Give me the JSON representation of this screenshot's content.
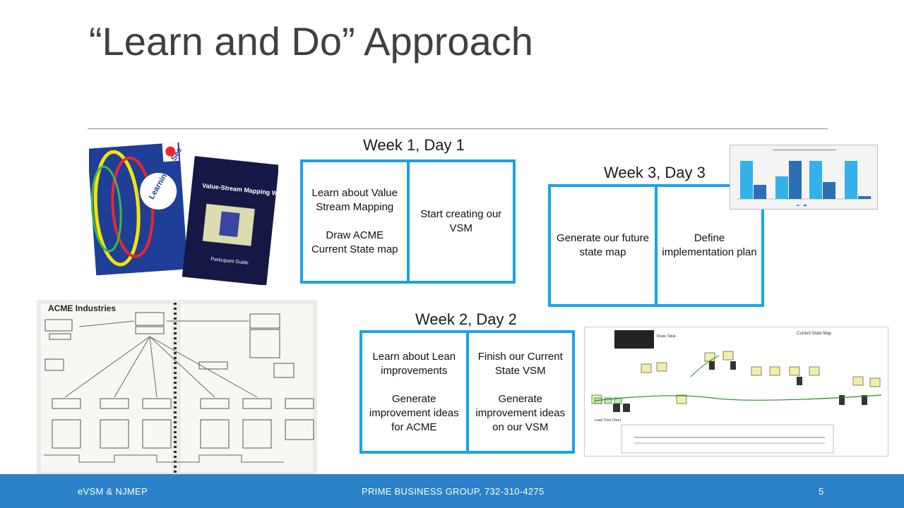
{
  "slide": {
    "title": "“Learn and Do” Approach"
  },
  "week1": {
    "label": "Week 1, Day 1",
    "left": "Learn about Value\nStream Mapping\n\nDraw ACME\nCurrent State map",
    "right": "Start creating our\nVSM"
  },
  "week2": {
    "label": "Week 2, Day 2",
    "left": "Learn about Lean\nimprovements\n\nGenerate\nimprovement ideas\nfor ACME",
    "right": "Finish our Current\nState VSM\n\nGenerate\nimprovement ideas\non our VSM"
  },
  "week3": {
    "label": "Week 3, Day 3",
    "left": "Generate our future\nstate map",
    "right": "Define\nimplementation plan"
  },
  "books": {
    "book1_title": "Learning to See",
    "book2_title": "Value-Stream Mapping Workshop",
    "book2_subtitle": "Participant Guide"
  },
  "acme_map": {
    "title": "ACME Industries"
  },
  "vsm_screenshot": {
    "title": "Current State Map",
    "route_table": "Route Table",
    "lead_time": "Lead Time Chart"
  },
  "footer": {
    "left": "eVSM & NJMEP",
    "center": "PRIME BUSINESS GROUP, 732-310-4275",
    "page": "5"
  },
  "colors": {
    "accent": "#1aa3e6",
    "footer_bg": "#2b82c9",
    "title": "#404040"
  }
}
